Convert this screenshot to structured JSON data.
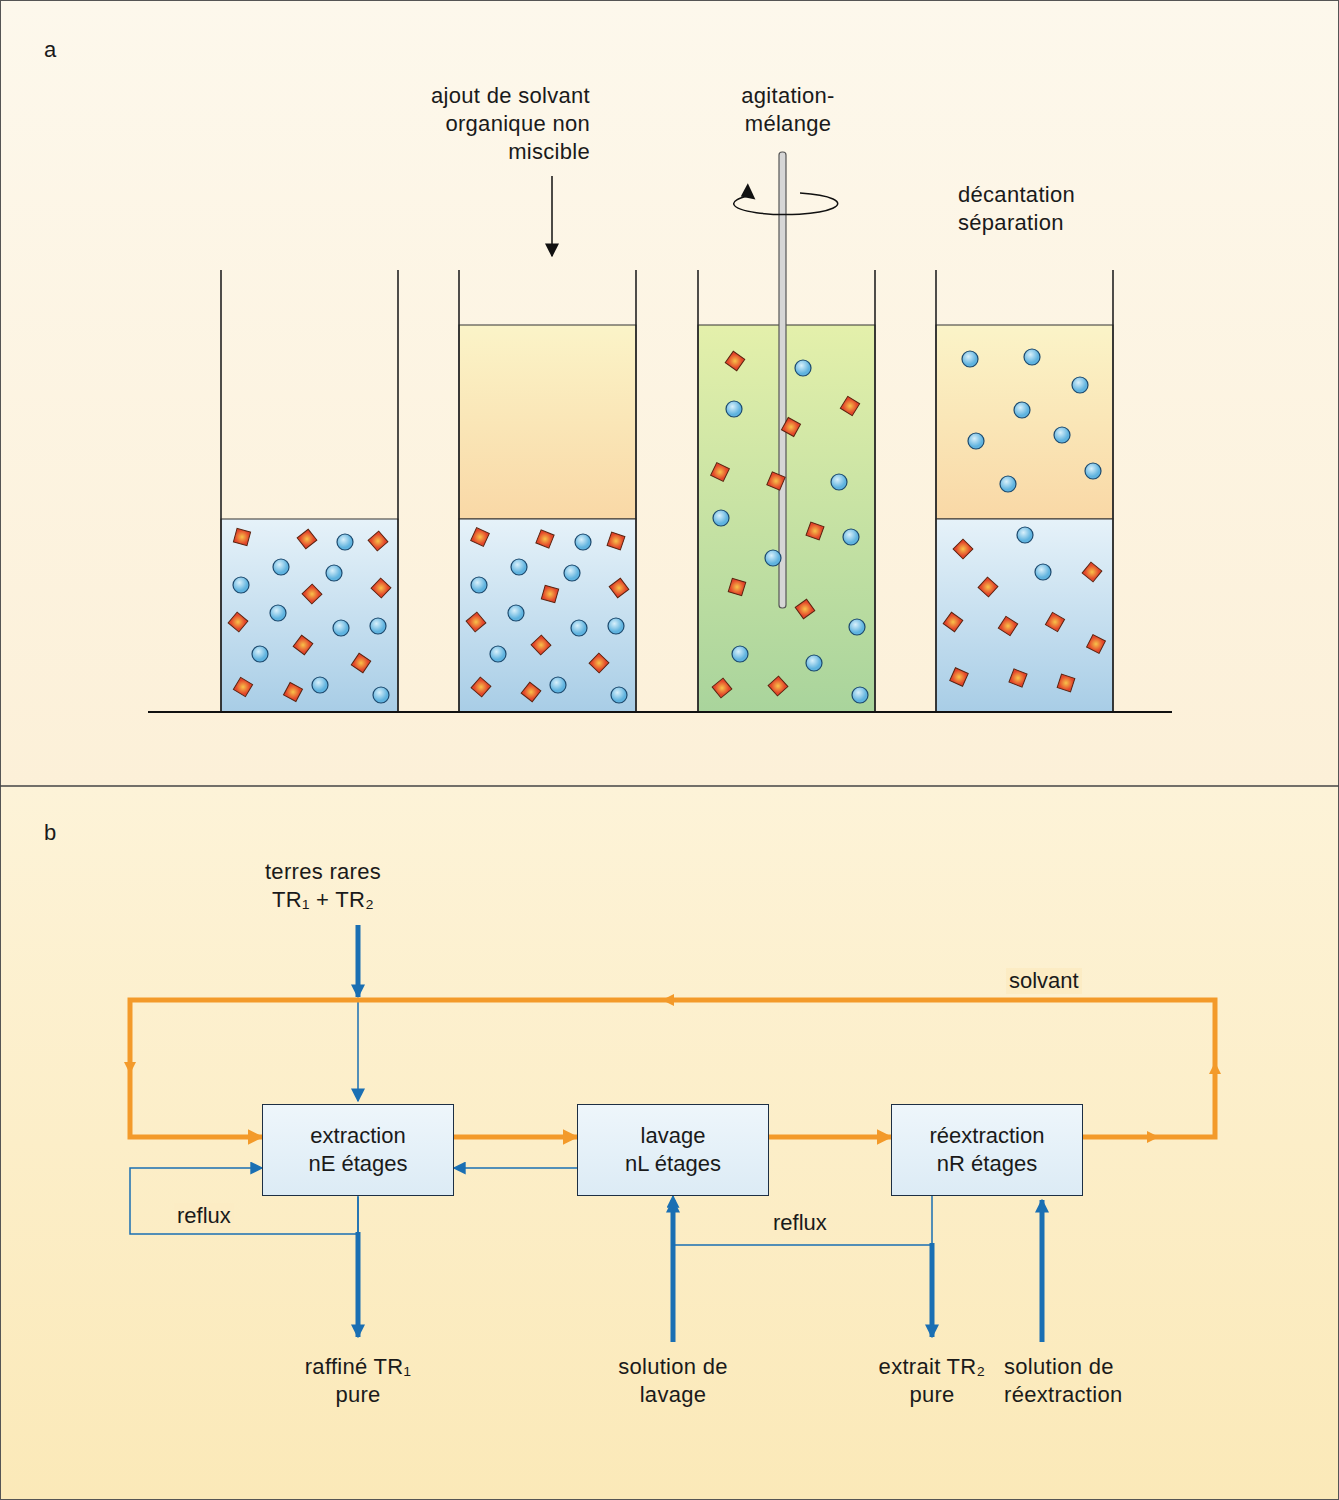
{
  "diagram": {
    "nodes": [
      {
        "text": [
          "extraction",
          "nE étages"
        ]
      },
      {
        "text": [
          "lavage",
          "nL étages"
        ]
      },
      {
        "text": [
          "réextraction",
          "nR étages"
        ]
      }
    ],
    "edges": [
      {
        "from": 0,
        "to": 1,
        "arrow": "to"
      },
      {
        "from": 1,
        "to": 0,
        "arrow": "to"
      },
      {
        "from": 1,
        "to": 2,
        "arrow": "to"
      },
      {
        "from": 2,
        "to": 0,
        "label": "solvant",
        "arrow": "to"
      },
      {
        "from": 0,
        "to": 0,
        "label": "reflux",
        "arrow": "to"
      },
      {
        "from": 2,
        "to": 1,
        "label": "reflux",
        "arrow": "to"
      }
    ],
    "labels": [
      "a",
      "ajout de solvant organique non miscible",
      "agitation- mélange",
      "décantation séparation",
      "b",
      "terres rares TR₁ + TR₂",
      "raffiné TR₁ pure",
      "solution de lavage",
      "extrait TR₂ pure",
      "solution de réextraction"
    ]
  }
}
